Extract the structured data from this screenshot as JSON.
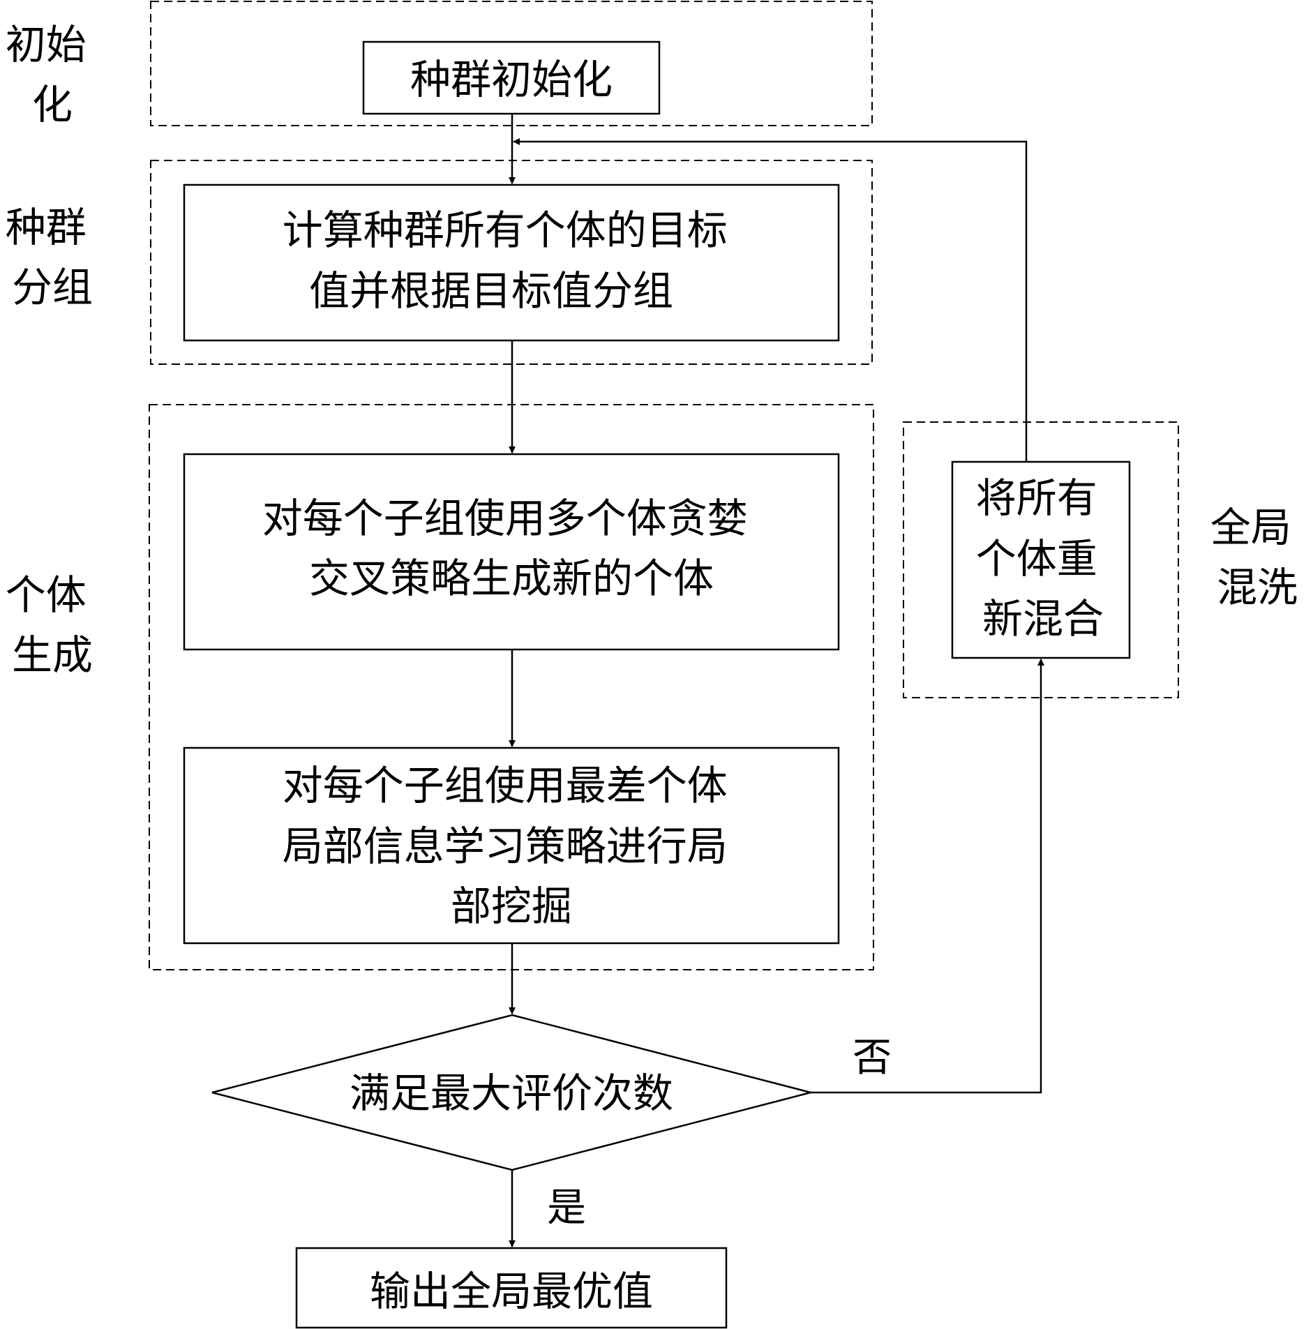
{
  "phases": {
    "init": [
      "初始",
      "化"
    ],
    "grouping": [
      "种群",
      "分组"
    ],
    "generation": [
      "个体",
      "生成"
    ],
    "shuffle": [
      "全局",
      "混洗"
    ]
  },
  "nodes": {
    "population_init": [
      "种群初始化"
    ],
    "compute_group": [
      "计算种群所有个体的目标",
      "值并根据目标值分组"
    ],
    "greedy_crossover": [
      "对每个子组使用多个体贪婪",
      "交叉策略生成新的个体"
    ],
    "local_learning": [
      "对每个子组使用最差个体",
      "局部信息学习策略进行局",
      "部挖掘"
    ],
    "remix": [
      "将所有",
      "个体重",
      "新混合"
    ],
    "decision": [
      "满足最大评价次数"
    ],
    "output": [
      "输出全局最优值"
    ]
  },
  "branches": {
    "no": "否",
    "yes": "是"
  }
}
